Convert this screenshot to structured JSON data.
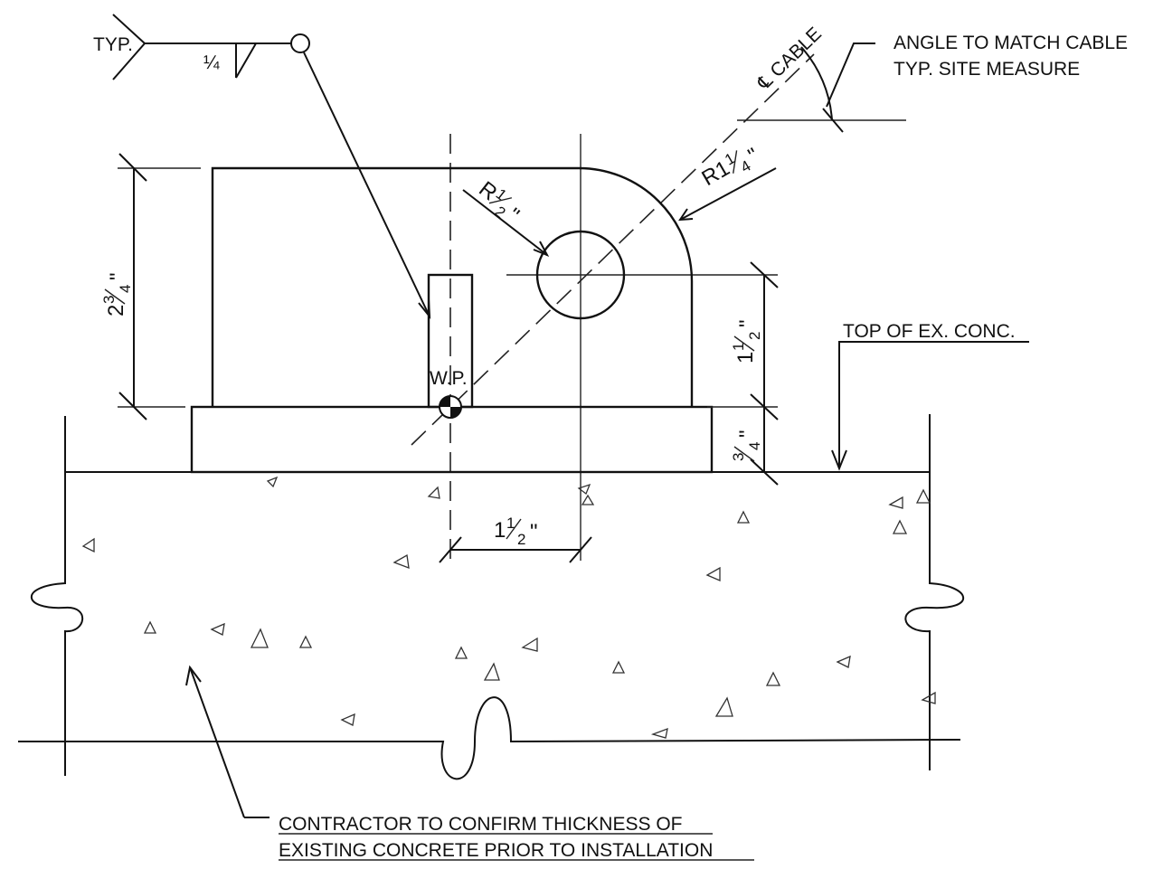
{
  "labels": {
    "weld_typ": "TYP.",
    "weld_size": "¼",
    "angle_note_line1": "ANGLE TO MATCH CABLE",
    "angle_note_line2": "TYP. SITE  MEASURE",
    "cable_label": "℄ CABLE",
    "top_of_concrete": "TOP OF EX. CONC.",
    "work_point": "W.P.",
    "contractor_note_line1": "CONTRACTOR TO CONFIRM THICKNESS OF",
    "contractor_note_line2": "EXISTING CONCRETE PRIOR TO INSTALLATION"
  },
  "dimensions": {
    "radius_hole": {
      "prefix": "R",
      "num": "1",
      "den": "2",
      "unit": "\""
    },
    "radius_corner": {
      "prefix": "R1",
      "num": "1",
      "den": "4",
      "unit": "\""
    },
    "plate_height": {
      "whole": "2",
      "num": "3",
      "den": "4",
      "unit": "\""
    },
    "hole_height": {
      "whole": "1",
      "num": "1",
      "den": "2",
      "unit": "\""
    },
    "base_thickness": {
      "num": "3",
      "den": "4",
      "unit": "\""
    },
    "hole_offset": {
      "whole": "1",
      "num": "1",
      "den": "2",
      "unit": "\""
    }
  },
  "colors": {
    "line": "#111111",
    "background": "#ffffff"
  }
}
